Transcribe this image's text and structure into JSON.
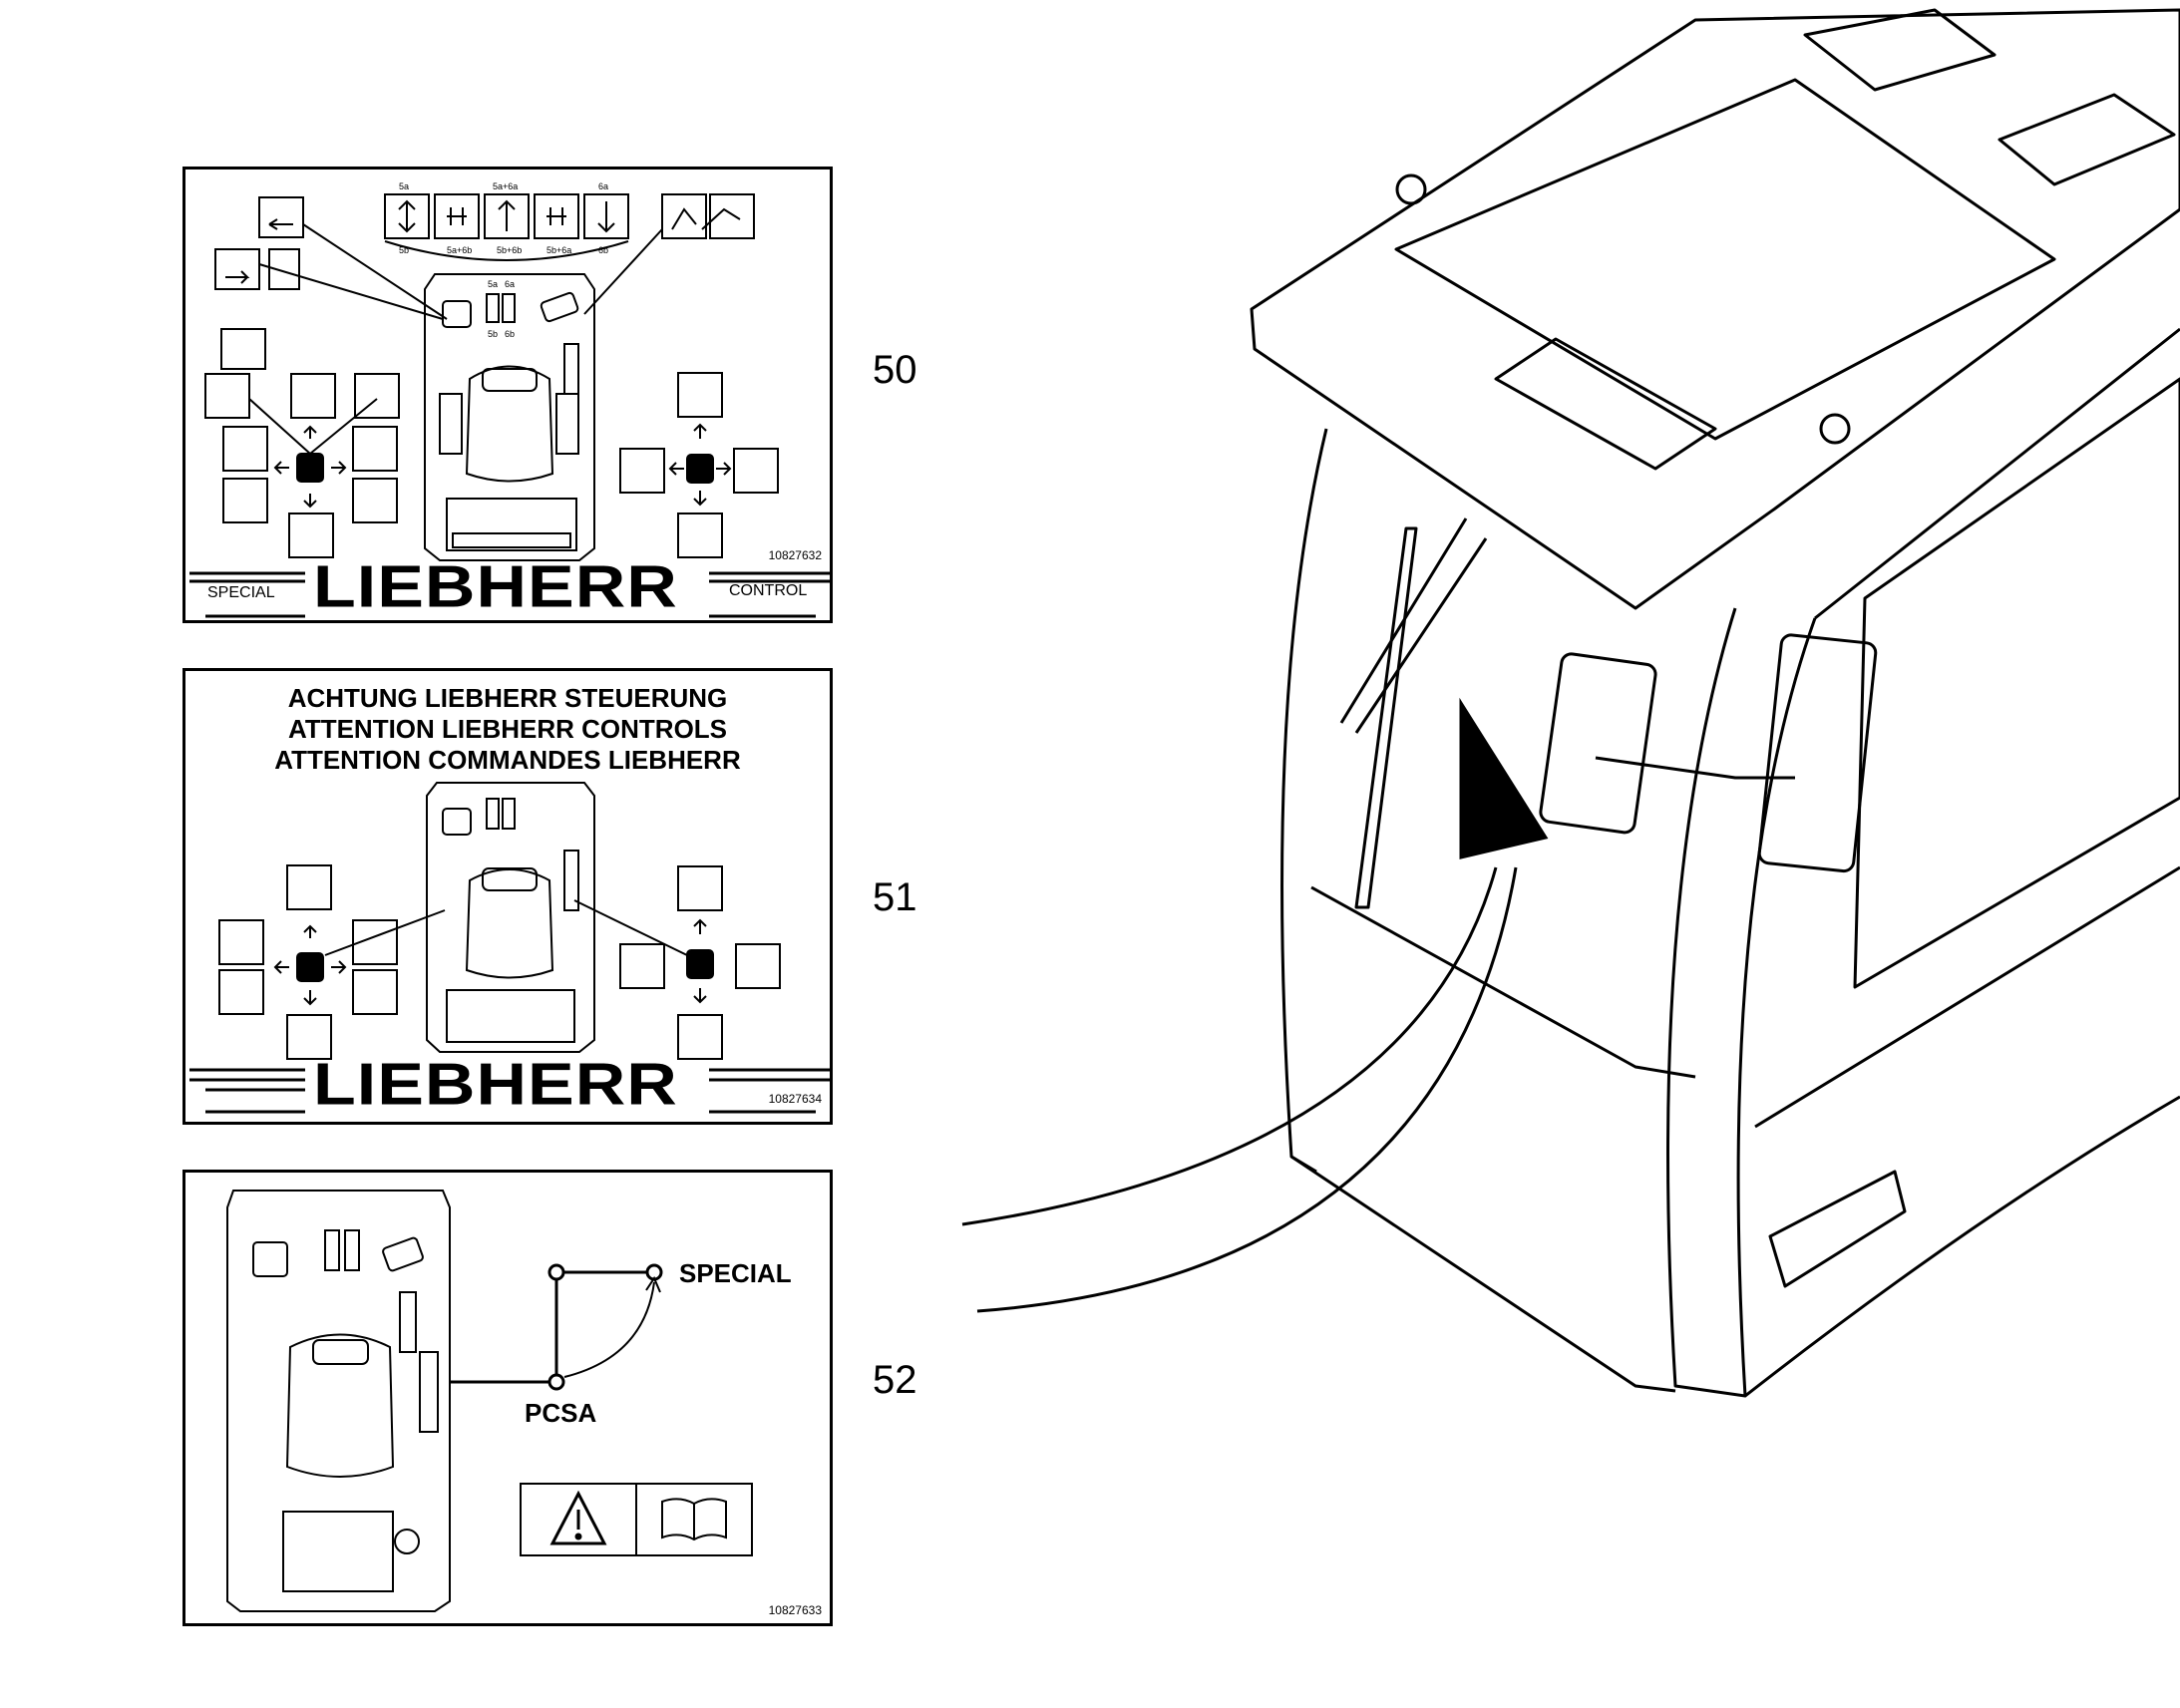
{
  "callouts": {
    "c50": "50",
    "c51": "51",
    "c52": "52"
  },
  "panel50": {
    "code": "10827632",
    "brand": "LIEBHERR",
    "left_label": "SPECIAL",
    "right_label": "CONTROL",
    "pedal_labels_top": [
      "5a",
      "5a+6a",
      "6a"
    ],
    "pedal_labels_bottom": [
      "5b",
      "5a+6b",
      "5b+6b",
      "5b+6a",
      "6b"
    ],
    "cab_pedal_top": [
      "5a",
      "6a"
    ],
    "cab_pedal_bottom": [
      "5b",
      "6b"
    ]
  },
  "panel51": {
    "heading": [
      "ACHTUNG LIEBHERR STEUERUNG",
      "ATTENTION LIEBHERR CONTROLS",
      "ATTENTION COMMANDES LIEBHERR"
    ],
    "brand": "LIEBHERR",
    "code": "10827634"
  },
  "panel52": {
    "switch_on": "SPECIAL",
    "switch_off": "PCSA",
    "code": "10827633",
    "warning_icon": "warning-triangle-icon",
    "manual_icon": "open-book-icon"
  }
}
